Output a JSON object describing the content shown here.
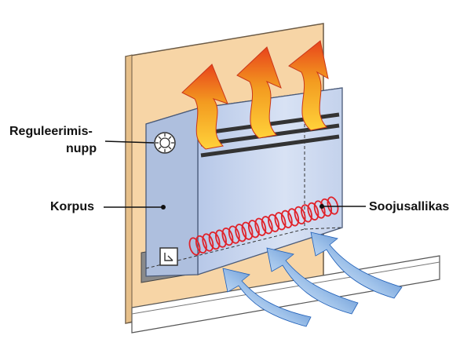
{
  "labels": {
    "control_knob_line1": "Reguleerimis-",
    "control_knob_line2": "nupp",
    "housing": "Korpus",
    "heat_source": "Soojusallikas"
  },
  "colors": {
    "wall": "#f7d5a6",
    "wall_edge": "#6b5a45",
    "housing_front": "#c6d4ee",
    "housing_top": "#e9eef8",
    "housing_side": "#aebfde",
    "warm_air": "#f39b20",
    "warm_air_tip": "#e8431b",
    "cold_air": "#2f73c9",
    "heating_coil": "#e0222a",
    "callout_line": "#111111"
  },
  "icons": {
    "warm_air_arrows": "wavy-up-arrow",
    "cold_air_arrows": "swoosh-arrow",
    "knob": "dial-icon",
    "socket": "plug-icon"
  }
}
